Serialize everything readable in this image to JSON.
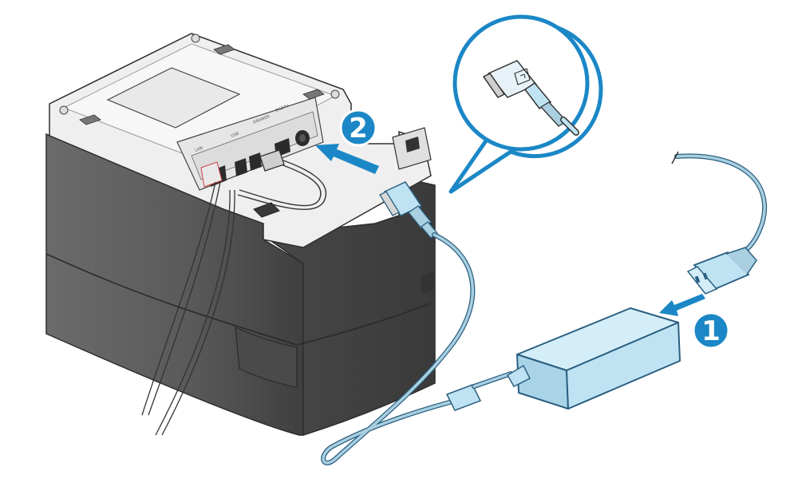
{
  "steps": [
    {
      "number": "1",
      "meaning": "Connect power cord to AC adapter"
    },
    {
      "number": "2",
      "meaning": "Connect AC adapter plug to printer power port"
    }
  ],
  "port_labels": [
    "LAN",
    "USB",
    "DC24V",
    "DRAWER"
  ],
  "colors": {
    "accent": "#1b87c6",
    "step_circle": "#1b87c6",
    "adapter_fill": "#bfe3f3",
    "adapter_stroke": "#2a5f80",
    "cable": "#a9cfe0",
    "printer_body": "#5f5f5f",
    "printer_top": "#f2f2f2"
  },
  "icons": [
    "printer-illustration",
    "ac-adapter-icon",
    "power-cord-icon",
    "dc-plug-icon",
    "arrow-icon",
    "zoom-callout"
  ]
}
